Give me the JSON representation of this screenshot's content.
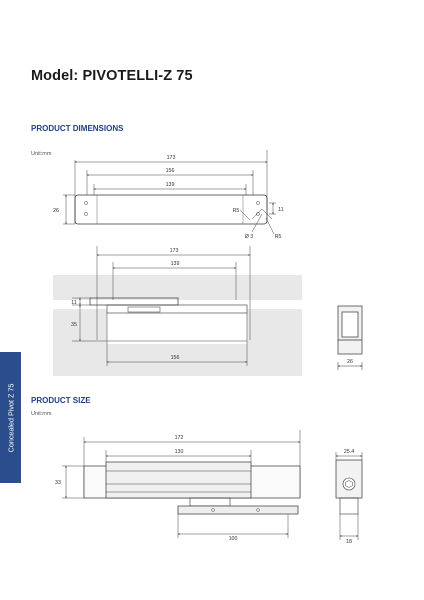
{
  "model_title": "Model: PIVOTELLI-Z 75",
  "side_tab_label": "Concealed Pivot Z 75",
  "accent_color": "#2b4d8c",
  "product_dimensions": {
    "heading": "PRODUCT DIMENSIONS",
    "unit": "Unit:mm",
    "top_view": {
      "overall": "173",
      "length_156": "156",
      "length_139": "139",
      "height": "26",
      "r5_a": "R5",
      "r5_b": "R5",
      "depth_11": "11",
      "hole_dia": "Ø 3"
    },
    "install_view": {
      "overall": "173",
      "length_139": "139",
      "length_156": "156",
      "height_11": "11",
      "height_35": "35",
      "end_width": "26"
    }
  },
  "product_size": {
    "heading": "PRODUCT SIZE",
    "unit": "Unit:mm",
    "overall": "172",
    "length_130": "130",
    "height_33": "33",
    "length_100": "100",
    "end_width": "25.4",
    "end_base": "18"
  }
}
